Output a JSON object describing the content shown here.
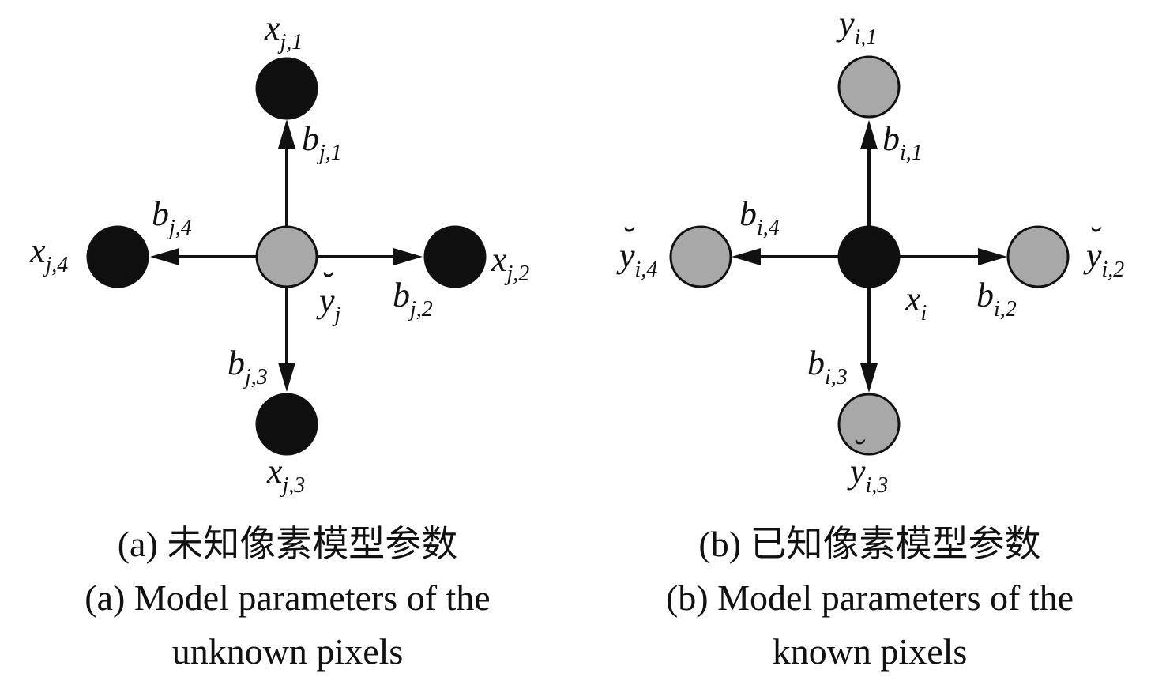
{
  "colors": {
    "unknown_fill": "#0f0f0f",
    "known_fill": "#a8a8a8",
    "edge": "#111111"
  },
  "panel_a": {
    "center": {
      "main": "y",
      "sub": "j",
      "accent": "˘"
    },
    "neighbors": [
      {
        "main": "x",
        "sub": "j,1"
      },
      {
        "main": "x",
        "sub": "j,2"
      },
      {
        "main": "x",
        "sub": "j,3"
      },
      {
        "main": "x",
        "sub": "j,4"
      }
    ],
    "edges": [
      {
        "main": "b",
        "sub": "j,1"
      },
      {
        "main": "b",
        "sub": "j,2"
      },
      {
        "main": "b",
        "sub": "j,3"
      },
      {
        "main": "b",
        "sub": "j,4"
      }
    ],
    "caption_cn": "(a) 未知像素模型参数",
    "caption_en_1": "(a) Model parameters of the",
    "caption_en_2": "unknown pixels"
  },
  "panel_b": {
    "center": {
      "main": "x",
      "sub": "i"
    },
    "neighbors": [
      {
        "main": "y",
        "sub": "i,1",
        "accent": "˘"
      },
      {
        "main": "y",
        "sub": "i,2",
        "accent": "˘"
      },
      {
        "main": "y",
        "sub": "i,3",
        "accent": "˘"
      },
      {
        "main": "y",
        "sub": "i,4",
        "accent": "˘"
      }
    ],
    "edges": [
      {
        "main": "b",
        "sub": "i,1"
      },
      {
        "main": "b",
        "sub": "i,2"
      },
      {
        "main": "b",
        "sub": "i,3"
      },
      {
        "main": "b",
        "sub": "i,4"
      }
    ],
    "caption_cn": "(b) 已知像素模型参数",
    "caption_en_1": "(b) Model parameters of the",
    "caption_en_2": "known pixels"
  }
}
